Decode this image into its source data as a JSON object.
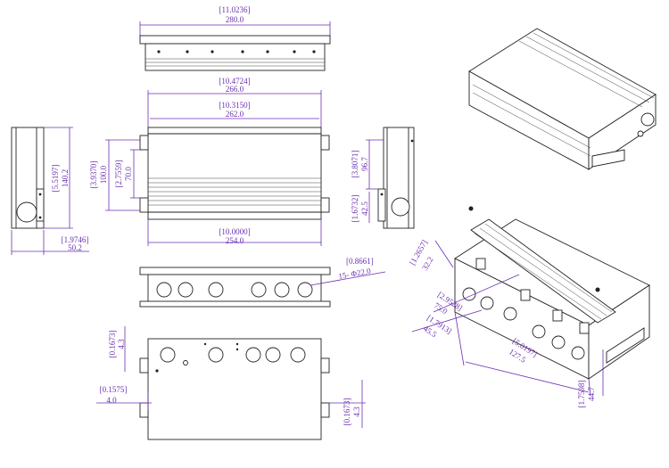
{
  "colors": {
    "dimension": "#6a2fb0",
    "object": "#222222"
  },
  "top_view": {
    "inch": "[11.0236]",
    "mm": "280.0"
  },
  "front_view": {
    "w1_inch": "[10.4724]",
    "w1_mm": "266.0",
    "w2_inch": "[10.3150]",
    "w2_mm": "262.0",
    "bottom_inch": "[10.0000]",
    "bottom_mm": "254.0",
    "h_outer_inch": "[3.9370]",
    "h_outer_mm": "100.0",
    "h_inner_inch": "[2.7559]",
    "h_inner_mm": "70.0"
  },
  "left_view": {
    "h_inch": "[5.5197]",
    "h_mm": "140.2",
    "w_inch": "[1.9746]",
    "w_mm": "50.2"
  },
  "right_view": {
    "h_inch": "[3.8071]",
    "h_mm": "96.7",
    "s_inch": "[1.6732]",
    "s_mm": "42.5"
  },
  "side_holes": {
    "inch": "[0.8661]",
    "label": "15- Φ22.0"
  },
  "bottom_view": {
    "t1_inch": "[0.1673]",
    "t1_mm": "4.3",
    "l_inch": "[0.1575]",
    "l_mm": "4.0",
    "t2_inch": "[0.1673]",
    "t2_mm": "4.3"
  },
  "iso_view": {
    "a_inch": "[1.2657]",
    "a_mm": "32.2",
    "b_inch": "[2.9528]",
    "b_mm": "75.0",
    "c_inch": "[1.7913]",
    "c_mm": "45.5",
    "d_inch": "[5.0197]",
    "d_mm": "127.5",
    "e_inch": "[1.7598]",
    "e_mm": "44.7"
  }
}
